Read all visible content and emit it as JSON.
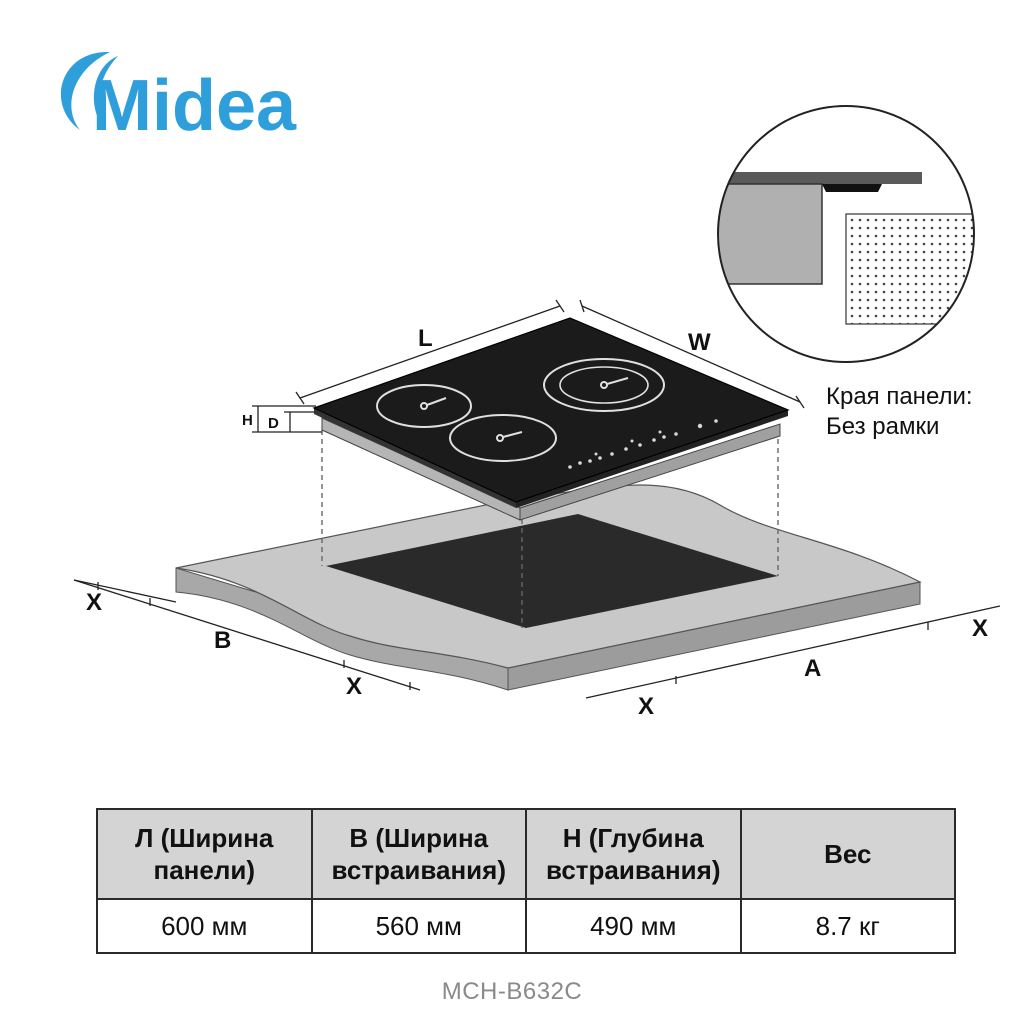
{
  "brand": {
    "name": "Midea",
    "color": "#2f9fdc"
  },
  "diagram": {
    "dimension_labels": {
      "length": "L",
      "width": "W",
      "height": "H",
      "depth": "D",
      "cutout_width": "B",
      "cutout_length": "A",
      "clearance": "X"
    },
    "edge_note": {
      "line1": "Края панели:",
      "line2": "Без рамки"
    },
    "colors": {
      "glass": "#1b1b1b",
      "countertop": "#c8c8c8",
      "countertop_side": "#a8a8a8",
      "frame_side": "#b5b5b5",
      "cutout": "#2a2a2a"
    }
  },
  "specs": {
    "headers": [
      [
        "Л (Ширина",
        "панели)"
      ],
      [
        "В (Ширина",
        "встраивания)"
      ],
      [
        "Н (Глубина",
        "встраивания)"
      ],
      [
        "Вес"
      ]
    ],
    "values": [
      "600 мм",
      "560 мм",
      "490 мм",
      "8.7 кг"
    ]
  },
  "model": "MCH-B632C"
}
